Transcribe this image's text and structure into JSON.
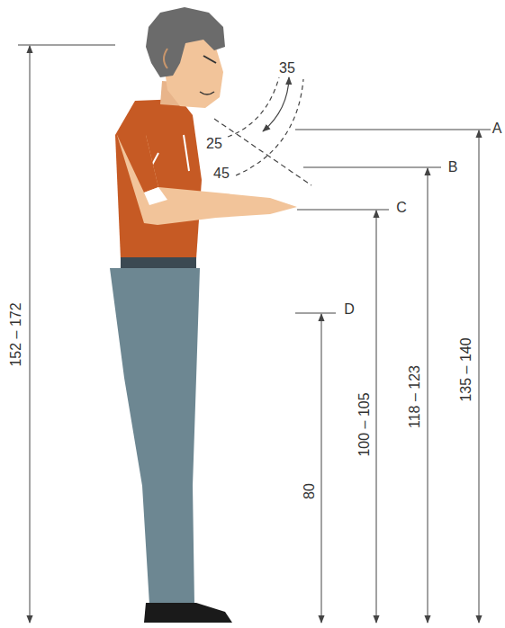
{
  "diagram": {
    "labels": [
      "152 – 172",
      "35",
      "25",
      "45",
      "A",
      "B",
      "C",
      "D",
      "80",
      "100 – 105",
      "118 – 123",
      "135 – 140"
    ]
  }
}
